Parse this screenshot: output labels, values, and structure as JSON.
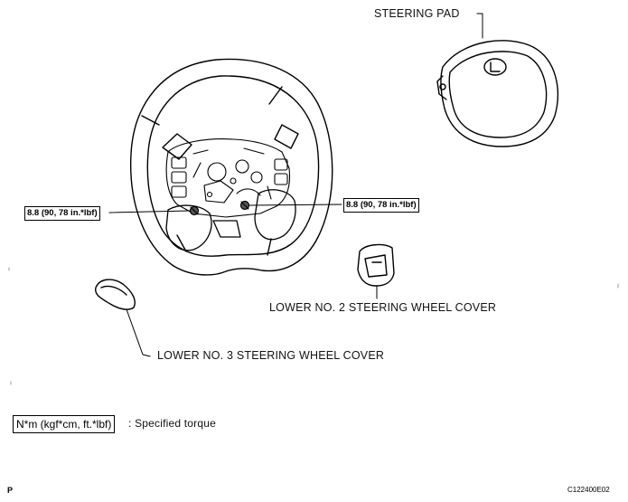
{
  "labels": {
    "steering_pad": "STEERING PAD",
    "lower_no2_cover": "LOWER NO. 2 STEERING WHEEL COVER",
    "lower_no3_cover": "LOWER NO. 3 STEERING WHEEL COVER"
  },
  "torque": {
    "left": "8.8 (90, 78 in.*lbf)",
    "right": "8.8 (90, 78 in.*lbf)"
  },
  "legend": {
    "unit_box": "N*m (kgf*cm, ft.*lbf)",
    "description": ": Specified torque"
  },
  "footer": {
    "page_marker": "P",
    "figure_code": "C122400E02"
  }
}
